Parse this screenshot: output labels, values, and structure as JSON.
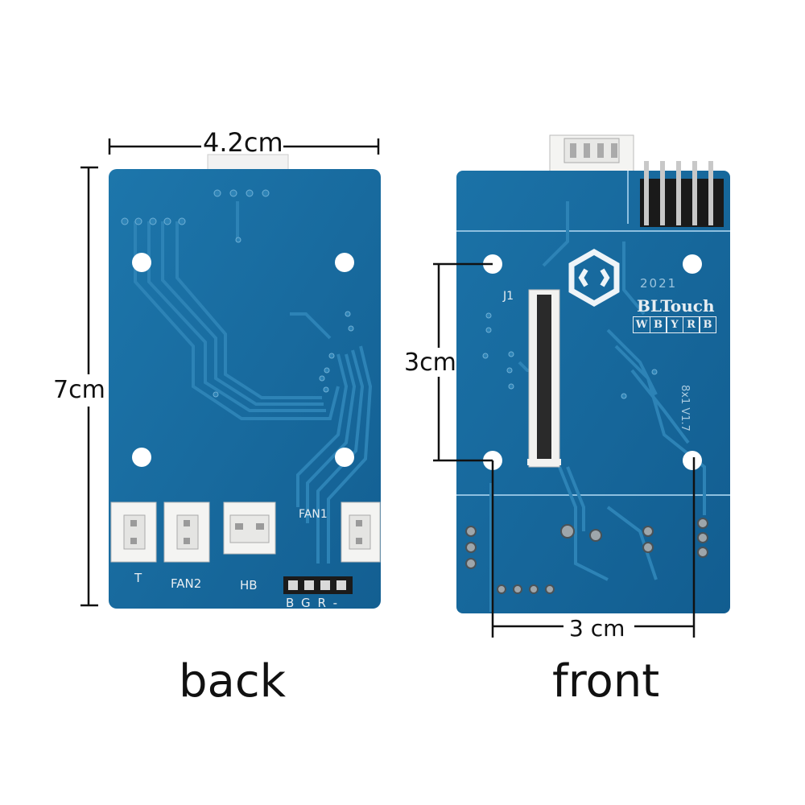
{
  "dimensions": {
    "width_label": "4.2cm",
    "height_label": "7cm",
    "hole_vertical_label": "3cm",
    "hole_horizontal_label": "3 cm"
  },
  "captions": {
    "back": "back",
    "front": "front"
  },
  "back_board": {
    "labels": {
      "t": "T",
      "fan2": "FAN2",
      "hb": "HB",
      "fan1": "FAN1",
      "bgr": "B G R -"
    }
  },
  "front_board": {
    "labels": {
      "j1": "J1",
      "year": "2021",
      "brand": "BLTouch",
      "pins": [
        "W",
        "B",
        "Y",
        "R",
        "B"
      ],
      "version": "8x1 V1.7"
    }
  },
  "colors": {
    "pcb": "#1a6da1",
    "trace": "#2d83b6",
    "connector": "#f4f4f2",
    "background": "#ffffff"
  }
}
